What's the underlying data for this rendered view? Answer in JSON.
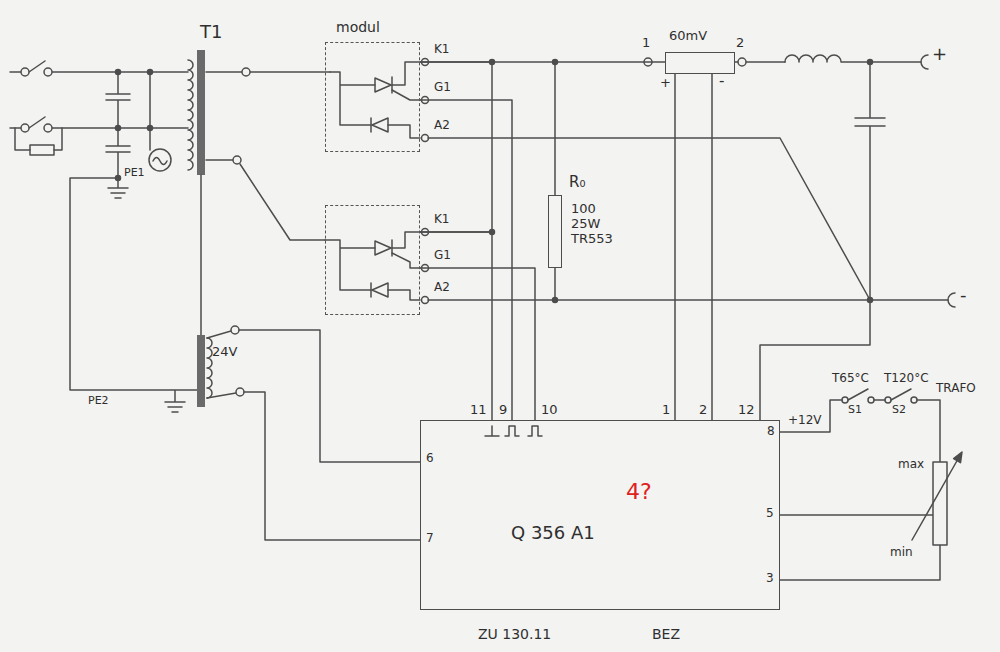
{
  "diagram": {
    "nodes": [
      {
        "text": [
          "modul",
          "K1",
          "G1",
          "A2"
        ]
      },
      {
        "text": [
          "K1",
          "G1",
          "A2"
        ]
      },
      {
        "text": [
          "R₀",
          "100 25W TR553"
        ]
      },
      {
        "text": [
          "60mV"
        ]
      },
      {
        "text": [
          "Q 356 A1",
          "4?"
        ]
      }
    ],
    "edges": [
      {
        "from": 0,
        "to": 3,
        "arrow": "none"
      },
      {
        "from": 1,
        "to": 0,
        "arrow": "none"
      },
      {
        "from": 0,
        "to": 4,
        "arrow": "none"
      },
      {
        "from": 1,
        "to": 4,
        "arrow": "none"
      },
      {
        "from": 1,
        "to": 4,
        "arrow": "none"
      },
      {
        "from": 3,
        "to": 4,
        "arrow": "none"
      },
      {
        "from": 3,
        "to": 4,
        "arrow": "none"
      }
    ],
    "labels": [
      "T1",
      "PE1",
      "PE2",
      "24V",
      "1",
      "2",
      "+",
      "-",
      "+",
      "-",
      "11",
      "9",
      "10",
      "1",
      "2",
      "12",
      "8",
      "+12V",
      "6",
      "7",
      "5",
      "3",
      "T65°C",
      "T120°C",
      "TRAFO",
      "S1",
      "S2",
      "max",
      "min",
      "ZU 130.11",
      "BEZ"
    ]
  }
}
